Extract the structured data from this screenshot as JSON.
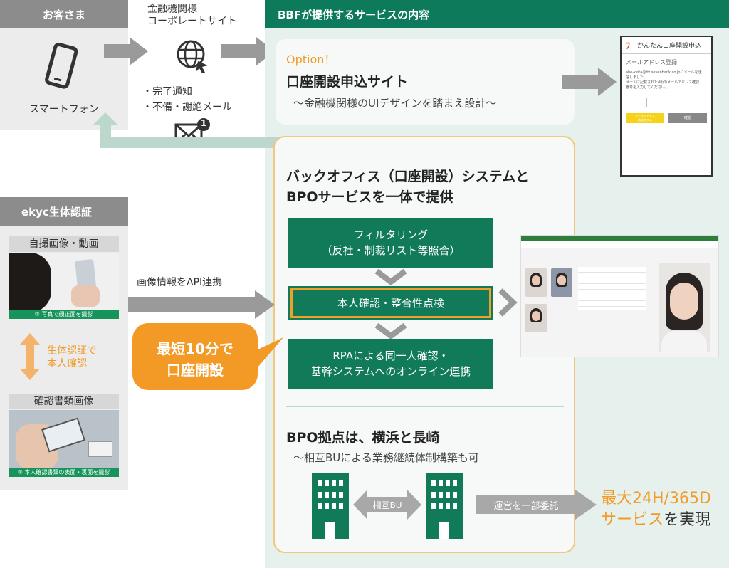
{
  "customer": {
    "header": "お客さま",
    "device_label": "スマートフォン"
  },
  "corporate": {
    "label_line1": "金融機関様",
    "label_line2": "コーポレートサイト",
    "notice_line1": "・完了通知",
    "notice_line2": "・不備・謝絶メール",
    "mail_badge": "1"
  },
  "service": {
    "header": "BBFが提供するサービスの内容",
    "option_label": "Option！",
    "site_title": "口座開設申込サイト",
    "site_subtitle": "～金融機関様のUIデザインを踏まえ設計～",
    "backoffice_line1": "バックオフィス（口座開設）システムと",
    "backoffice_line2": "BPOサービスを一体で提供",
    "steps": [
      {
        "line1": "フィルタリング",
        "line2": "（反社・制裁リスト等照合）"
      },
      {
        "line1": "本人確認・整合性点検",
        "line2": ""
      },
      {
        "line1": "RPAによる同一人確認・",
        "line2": "基幹システムへのオンライン連携"
      }
    ],
    "bpo_title": "BPO拠点は、横浜と長崎",
    "bpo_subtitle": "～相互BUによる業務継続体制構築も可",
    "mutual_label": "相互BU",
    "outsourcing_label": "運営を一部委託",
    "result_line1_a": "最大24H/365D",
    "result_line2_a": "サービス",
    "result_line2_b": "を実現"
  },
  "phone_mock": {
    "title": "かんたん口座開設申込",
    "subtitle": "メールアドレス登録",
    "body_line1": "abe-keita@ttt.sevenbank.co.jpにメールを送",
    "body_line2": "信しました。",
    "body_line3": "メールに記載された4桁のメールアドレス確認",
    "body_line4": "番号を入力してください。",
    "btn_primary_line1": "メールアドレス",
    "btn_primary_line2": "再送信する",
    "btn_secondary": "確認"
  },
  "ekyc": {
    "header": "ekyc生体認証",
    "selfie_label": "自撮画像・動画",
    "selfie_caption": "③ 写真で顔正面を撮影",
    "bio_line1": "生体認証で",
    "bio_line2": "本人確認",
    "doc_label": "確認書類画像",
    "doc_caption": "① 本人確認書類の表面・裏面を撮影",
    "api_label": "画像情報をAPI連携"
  },
  "bubble": {
    "line1": "最短10分で",
    "line2": "口座開設"
  },
  "colors": {
    "green": "#117a58",
    "orange": "#f39a26",
    "gray_header": "#8c8c8c"
  }
}
